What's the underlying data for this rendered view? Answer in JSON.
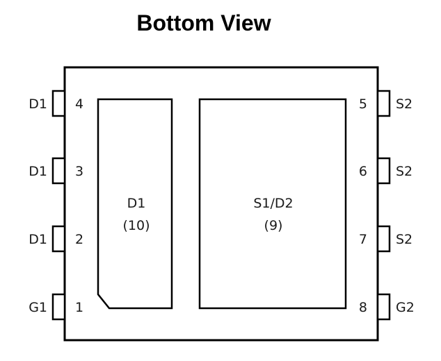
{
  "title": "Bottom View",
  "left_pins": [
    {
      "number": "4",
      "signal": "D1"
    },
    {
      "number": "3",
      "signal": "D1"
    },
    {
      "number": "2",
      "signal": "D1"
    },
    {
      "number": "1",
      "signal": "G1"
    }
  ],
  "right_pins": [
    {
      "number": "5",
      "signal": "S2"
    },
    {
      "number": "6",
      "signal": "S2"
    },
    {
      "number": "7",
      "signal": "S2"
    },
    {
      "number": "8",
      "signal": "G2"
    }
  ],
  "pads": {
    "left": {
      "name": "D1",
      "number": "(10)"
    },
    "right": {
      "name": "S1/D2",
      "number": "(9)"
    }
  }
}
